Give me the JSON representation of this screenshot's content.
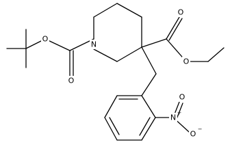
{
  "molecule": {
    "atom_labels": {
      "n_ring": "N",
      "o_boc_ester": "O",
      "o_boc_carbonyl": "O",
      "o_ethyl_carbonyl": "O",
      "o_ethyl_ester": "O",
      "n_nitro": "N",
      "n_nitro_charge": "+",
      "o_nitro_double": "O",
      "o_nitro_single": "O",
      "o_nitro_charge": "−"
    },
    "colors": {
      "bond": "#000000",
      "label": "#000000",
      "background": "#ffffff"
    }
  }
}
